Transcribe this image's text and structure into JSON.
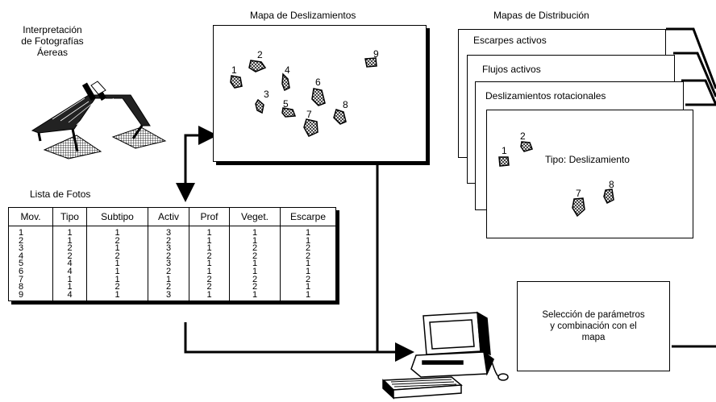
{
  "titles": {
    "interpretation": [
      "Interpretación",
      "de Fotografías",
      "Áereas"
    ],
    "landslide_map": "Mapa de Deslizamientos",
    "distribution_maps": "Mapas de Distribución",
    "photo_list": "Lista de Fotos"
  },
  "landslide_labels": [
    "1",
    "2",
    "3",
    "4",
    "5",
    "6",
    "7",
    "8",
    "9"
  ],
  "distribution": {
    "sheets": [
      "Escarpes activos",
      "Flujos activos",
      "Deslizamientos rotacionales"
    ],
    "front_type": "Tipo: Deslizamiento",
    "front_labels": [
      "1",
      "2",
      "7",
      "8"
    ]
  },
  "table": {
    "headers": [
      "Mov.",
      "Tipo",
      "Subtipo",
      "Activ",
      "Prof",
      "Veget.",
      "Escarpe"
    ],
    "columns": [
      [
        "1",
        "2",
        "3",
        "4",
        "5",
        "6",
        "7",
        "8",
        "9"
      ],
      [
        "1",
        "1",
        "2",
        "2",
        "4",
        "4",
        "1",
        "1",
        "4"
      ],
      [
        "1",
        "2",
        "1",
        "2",
        "1",
        "1",
        "1",
        "2",
        "1"
      ],
      [
        "3",
        "2",
        "3",
        "2",
        "3",
        "2",
        "1",
        "2",
        "3"
      ],
      [
        "1",
        "1",
        "1",
        "2",
        "1",
        "1",
        "2",
        "2",
        "1"
      ],
      [
        "1",
        "1",
        "2",
        "2",
        "1",
        "1",
        "2",
        "2",
        "1"
      ],
      [
        "1",
        "1",
        "2",
        "2",
        "1",
        "1",
        "2",
        "1",
        "1"
      ]
    ]
  },
  "selection": [
    "Selección de parámetros",
    "y combinación con el",
    "mapa"
  ]
}
